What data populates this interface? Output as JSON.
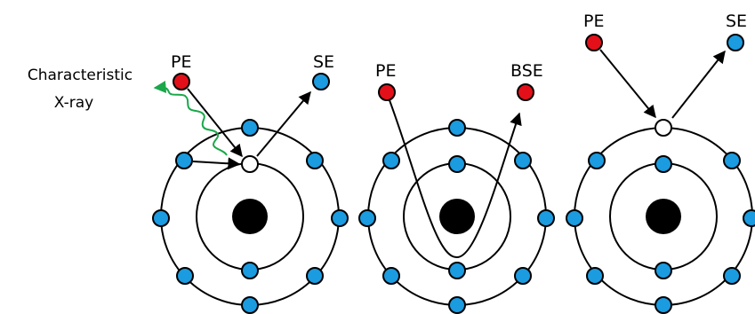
{
  "colors": {
    "bound_electron": "#1b9be0",
    "incident_electron": "#e3101a",
    "xray_photon": "#1aa84a",
    "outline": "#000000",
    "nucleus": "#000000"
  },
  "panels": [
    {
      "labels": {
        "primary": "PE",
        "secondary": "SE",
        "xray_line1": "Characteristic",
        "xray_line2": "X-ray"
      }
    },
    {
      "labels": {
        "primary": "PE",
        "backscattered": "BSE"
      }
    },
    {
      "labels": {
        "primary": "PE",
        "secondary": "SE"
      }
    }
  ]
}
